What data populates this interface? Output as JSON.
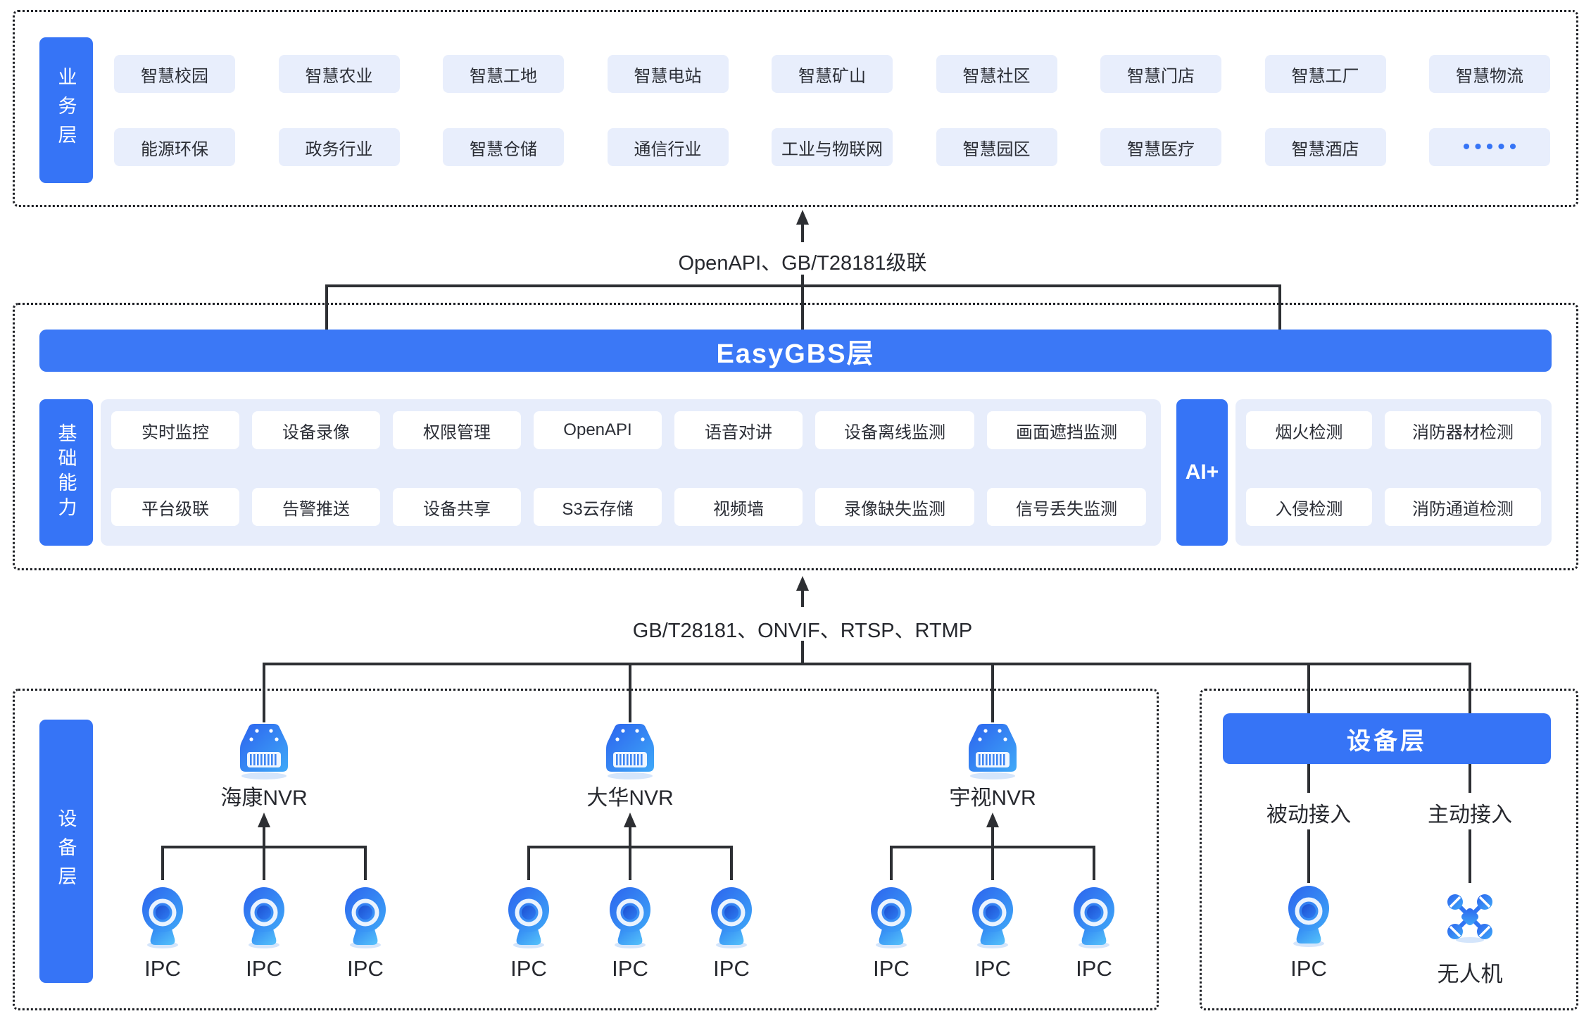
{
  "business_layer": {
    "label": "业务层",
    "chips_row1": [
      "智慧校园",
      "智慧农业",
      "智慧工地",
      "智慧电站",
      "智慧矿山",
      "智慧社区",
      "智慧门店",
      "智慧工厂",
      "智慧物流"
    ],
    "chips_row2": [
      "能源环保",
      "政务行业",
      "智慧仓储",
      "通信行业",
      "工业与物联网",
      "智慧园区",
      "智慧医疗",
      "智慧酒店",
      "•••••"
    ]
  },
  "connector_top": {
    "label": "OpenAPI、GB/T28181级联"
  },
  "easygbs_layer": {
    "title": "EasyGBS层",
    "capability_label": "基础能力",
    "capabilities_row1": [
      "实时监控",
      "设备录像",
      "权限管理",
      "OpenAPI",
      "语音对讲",
      "设备离线监测",
      "画面遮挡监测"
    ],
    "capabilities_row2": [
      "平台级联",
      "告警推送",
      "设备共享",
      "S3云存储",
      "视频墙",
      "录像缺失监测",
      "信号丢失监测"
    ],
    "ai_label": "AI+",
    "ai_row1": [
      "烟火检测",
      "消防器材检测"
    ],
    "ai_row2": [
      "入侵检测",
      "消防通道检测"
    ]
  },
  "connector_bottom": {
    "label": "GB/T28181、ONVIF、RTSP、RTMP"
  },
  "device_layer_left": {
    "label": "设备层",
    "groups": [
      {
        "nvr": "海康NVR",
        "cameras": [
          "IPC",
          "IPC",
          "IPC"
        ]
      },
      {
        "nvr": "大华NVR",
        "cameras": [
          "IPC",
          "IPC",
          "IPC"
        ]
      },
      {
        "nvr": "宇视NVR",
        "cameras": [
          "IPC",
          "IPC",
          "IPC"
        ]
      }
    ]
  },
  "device_layer_right": {
    "header": "设备层",
    "columns": [
      {
        "mode": "被动接入",
        "device": "IPC"
      },
      {
        "mode": "主动接入",
        "device": "无人机"
      }
    ]
  },
  "colors": {
    "primary_blue": "#3674F6",
    "chip_bg": "#E8EEFC",
    "panel_bg": "#E7EDFB",
    "line": "#2D2F33",
    "text": "#26282E"
  }
}
